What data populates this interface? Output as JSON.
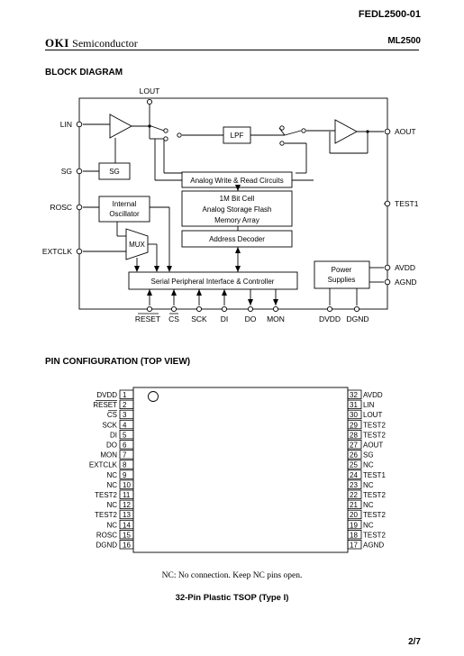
{
  "header": {
    "doc_code": "FEDL2500-01",
    "brand_oki": "OKI",
    "brand_semiconductor": "Semiconductor",
    "model": "ML2500"
  },
  "block_diagram": {
    "title": "BLOCK DIAGRAM",
    "top_pin": "LOUT",
    "left_pins": [
      "LIN",
      "SG",
      "ROSC",
      "EXTCLK"
    ],
    "right_pins": {
      "aout": "AOUT",
      "test1": "TEST1",
      "avdd": "AVDD",
      "agnd": "AGND"
    },
    "bottom_pins": [
      "RESET",
      "CS",
      "SCK",
      "DI",
      "DO",
      "MON",
      "DVDD",
      "DGND"
    ],
    "blocks": {
      "sg": "SG",
      "lpf": "LPF",
      "analog_rw": "Analog Write & Read Circuits",
      "flash_line1": "1M Bit Cell",
      "flash_line2": "Analog Storage Flash",
      "flash_line3": "Memory Array",
      "osc_line1": "Internal",
      "osc_line2": "Oscillator",
      "mux": "MUX",
      "addr_decoder": "Address Decoder",
      "serial": "Serial Peripheral Interface & Controller",
      "power_line1": "Power",
      "power_line2": "Supplies"
    }
  },
  "pin_config": {
    "title": "PIN CONFIGURATION (TOP VIEW)",
    "left": [
      {
        "num": "1",
        "name": "DVDD"
      },
      {
        "num": "2",
        "name": "RESET"
      },
      {
        "num": "3",
        "name": "CS"
      },
      {
        "num": "4",
        "name": "SCK"
      },
      {
        "num": "5",
        "name": "DI"
      },
      {
        "num": "6",
        "name": "DO"
      },
      {
        "num": "7",
        "name": "MON"
      },
      {
        "num": "8",
        "name": "EXTCLK"
      },
      {
        "num": "9",
        "name": "NC"
      },
      {
        "num": "10",
        "name": "NC"
      },
      {
        "num": "11",
        "name": "TEST2"
      },
      {
        "num": "12",
        "name": "NC"
      },
      {
        "num": "13",
        "name": "TEST2"
      },
      {
        "num": "14",
        "name": "NC"
      },
      {
        "num": "15",
        "name": "ROSC"
      },
      {
        "num": "16",
        "name": "DGND"
      }
    ],
    "right": [
      {
        "num": "32",
        "name": "AVDD"
      },
      {
        "num": "31",
        "name": "LIN"
      },
      {
        "num": "30",
        "name": "LOUT"
      },
      {
        "num": "29",
        "name": "TEST2"
      },
      {
        "num": "28",
        "name": "TEST2"
      },
      {
        "num": "27",
        "name": "AOUT"
      },
      {
        "num": "26",
        "name": "SG"
      },
      {
        "num": "25",
        "name": "NC"
      },
      {
        "num": "24",
        "name": "TEST1"
      },
      {
        "num": "23",
        "name": "NC"
      },
      {
        "num": "22",
        "name": "TEST2"
      },
      {
        "num": "21",
        "name": "NC"
      },
      {
        "num": "20",
        "name": "TEST2"
      },
      {
        "num": "19",
        "name": "NC"
      },
      {
        "num": "18",
        "name": "TEST2"
      },
      {
        "num": "17",
        "name": "AGND"
      }
    ],
    "note": "NC:  No connection.  Keep NC pins open.",
    "caption": "32-Pin Plastic TSOP (Type  I)"
  },
  "footer": {
    "page": "2/7"
  }
}
